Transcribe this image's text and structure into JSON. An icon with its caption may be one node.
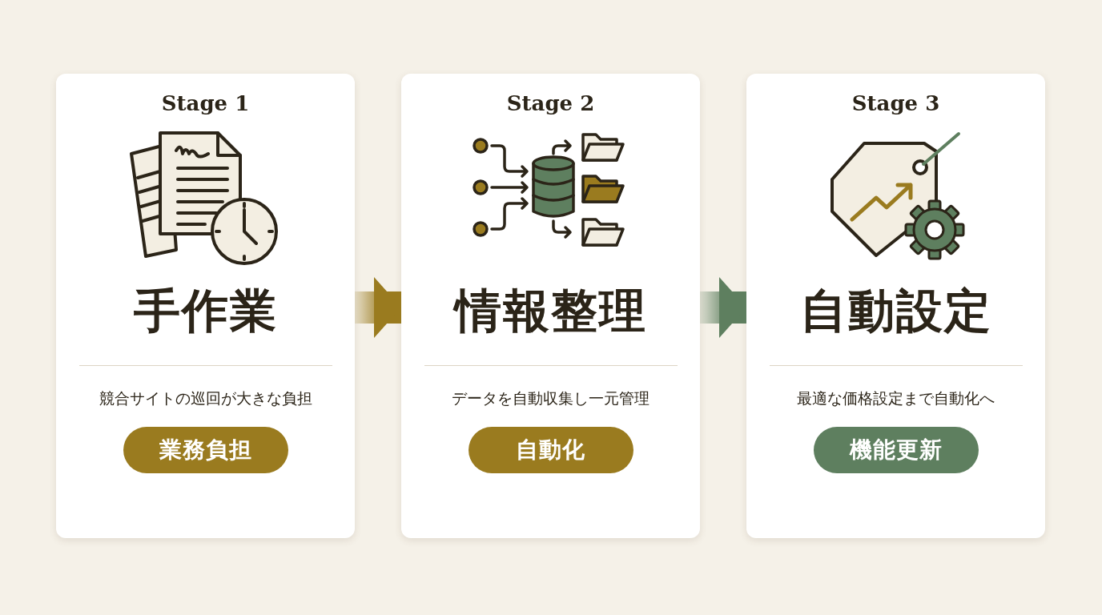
{
  "diagram": {
    "nodes": [
      {
        "text": [
          "Stage 1",
          "手作業",
          "競合サイトの巡回が大きな負担",
          "業務負担"
        ]
      },
      {
        "text": [
          "Stage 2",
          "情報整理",
          "データを自動収集し一元管理",
          "自動化"
        ]
      },
      {
        "text": [
          "Stage 3",
          "自動設定",
          "最適な価格設定まで自動化へ",
          "機能更新"
        ]
      }
    ],
    "edges": [
      {
        "from": 0,
        "to": 1,
        "arrow": "to",
        "style": "thick",
        "color": "#9a7b1f"
      },
      {
        "from": 1,
        "to": 2,
        "arrow": "to",
        "style": "thick",
        "color": "#5e7f5f"
      }
    ]
  }
}
